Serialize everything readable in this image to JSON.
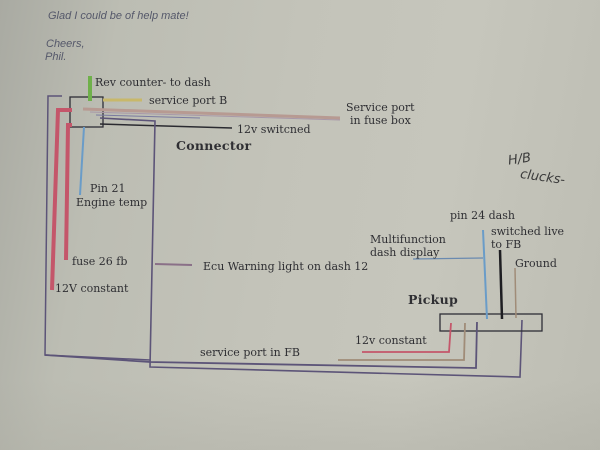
{
  "letter": {
    "line1": "Glad I could be of help mate!",
    "signoff": "Cheers,",
    "name": "Phil."
  },
  "diagram": {
    "title_connector": "Connector",
    "title_pickup": "Pickup",
    "labels": {
      "rev_counter": "Rev counter- to dash",
      "service_port_b": "service port B",
      "service_port_fuse_box_1": "Service port",
      "service_port_fuse_box_2": "in fuse box",
      "switched_12v": "12v switcned",
      "pin21_1": "Pin 21",
      "pin21_2": "Engine temp",
      "fuse26": "fuse 26 fb",
      "constant_12v_left": "12V constant",
      "ecu_warning": "Ecu Warning light on dash 12",
      "multifunction_1": "Multifunction",
      "multifunction_2": "dash display",
      "pin24": "pin 24 dash",
      "switched_live_1": "switched live",
      "switched_live_2": "to FB",
      "ground": "Ground",
      "constant_12v_pickup": "12v constant",
      "service_port_fb": "service port in FB"
    },
    "handwritten": {
      "line1": "H/B",
      "line2": "clucks-"
    },
    "wire_colors": {
      "green": "#6fb04a",
      "yellow": "#c8b86a",
      "pink_brown": "#b79a92",
      "black": "#2a2a30",
      "red": "#c4566a",
      "blue": "#6a9cc8",
      "purple": "#5c5478",
      "mauve": "#8a7088",
      "tan": "#a08c78"
    }
  }
}
